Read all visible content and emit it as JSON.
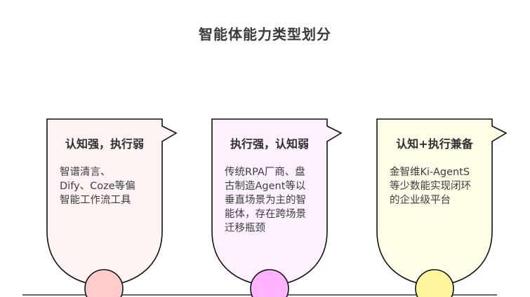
{
  "title": "智能体能力类型划分",
  "cards": [
    {
      "heading": "认知强，执行弱",
      "lines": [
        "智谱清言、",
        "Dify、Coze等偏",
        "智能工作流工具"
      ],
      "fill": "#fff4f4",
      "dot_fill": "#ffcccc"
    },
    {
      "heading": "执行强，认知弱",
      "lines": [
        "传统RPA厂商、盘",
        "古制造Agent等以",
        "垂直场景为主的智",
        "能体，存在跨场景",
        "迁移瓶颈"
      ],
      "fill": "#fdf0ff",
      "dot_fill": "#ffb3ff"
    },
    {
      "heading": "认知+执行兼备",
      "lines": [
        "金智维Ki-AgentS",
        "等少数能实现闭环",
        "的企业级平台"
      ],
      "fill": "#fffde8",
      "dot_fill": "#fff59d"
    }
  ],
  "colors": {
    "stroke": "#111111",
    "baseline": "#666666",
    "title": "#3a3a3a"
  }
}
